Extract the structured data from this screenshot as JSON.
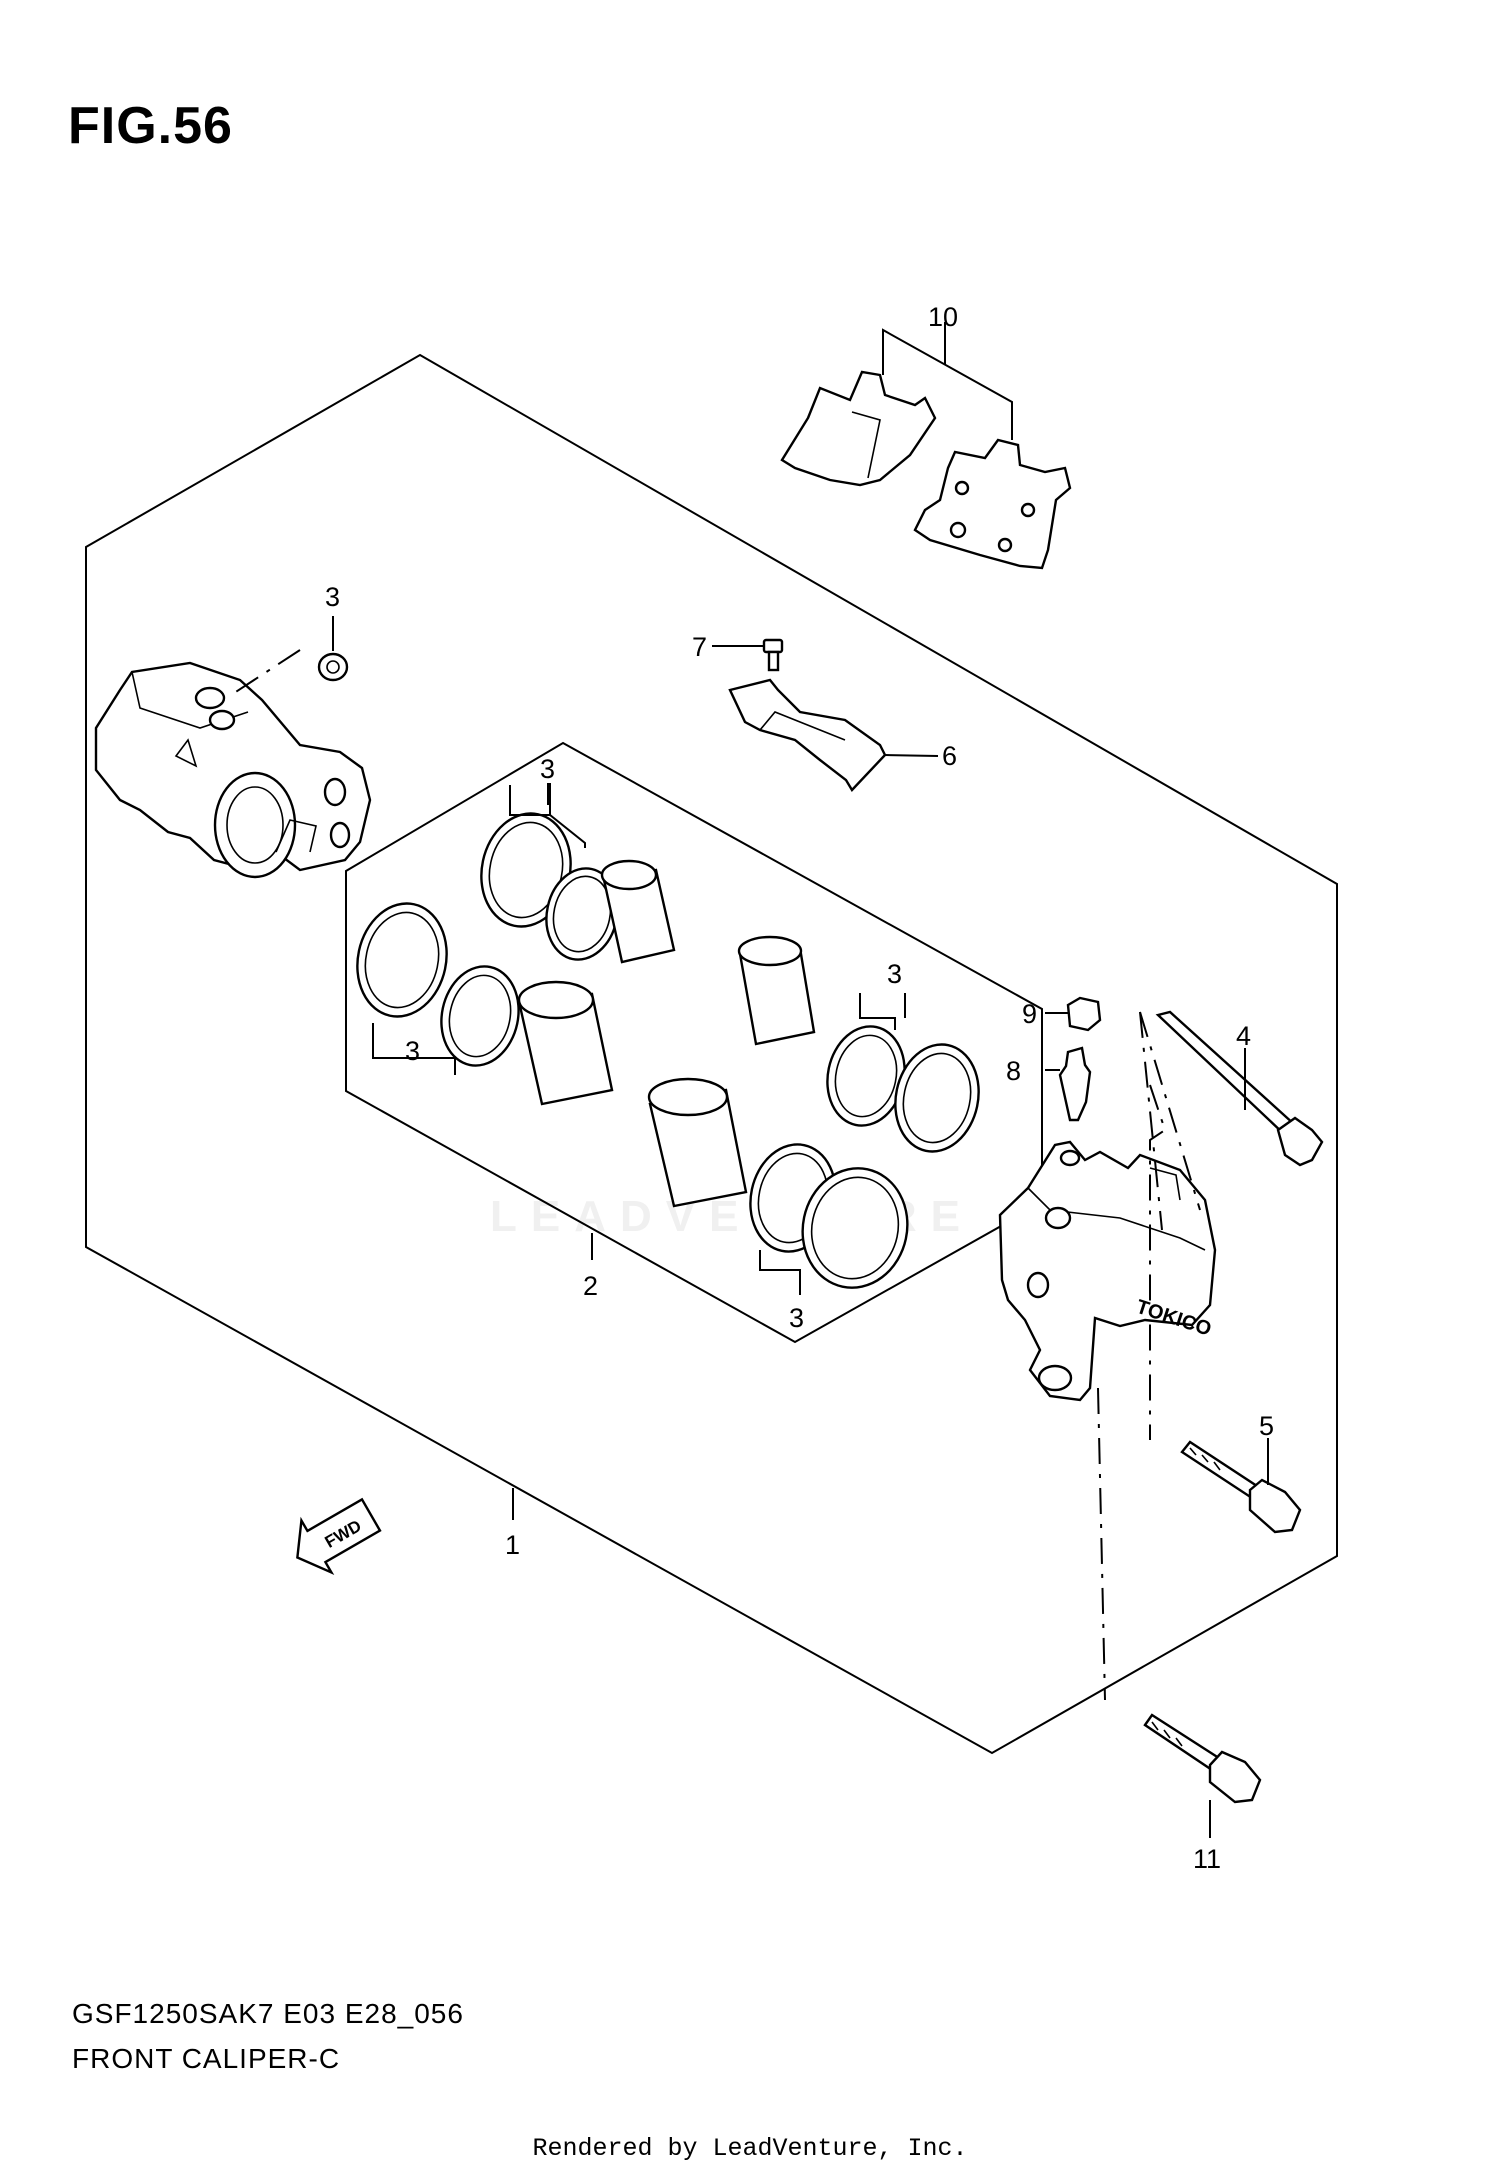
{
  "figure": {
    "title": "FIG.56",
    "model_code": "GSF1250SAK7 E03 E28_056",
    "caption": "FRONT CALIPER-C",
    "watermark": "LEADVENTURE",
    "credit": "Rendered by LeadVenture, Inc.",
    "direction_arrow_label": "FWD",
    "caliper_brand_mark": "TOKICO"
  },
  "callouts": {
    "n1": "1",
    "n2": "2",
    "n3a": "3",
    "n3b": "3",
    "n3c": "3",
    "n3d": "3",
    "n3e": "3",
    "n4": "4",
    "n5": "5",
    "n6": "6",
    "n7": "7",
    "n8": "8",
    "n9": "9",
    "n10": "10",
    "n11": "11"
  }
}
